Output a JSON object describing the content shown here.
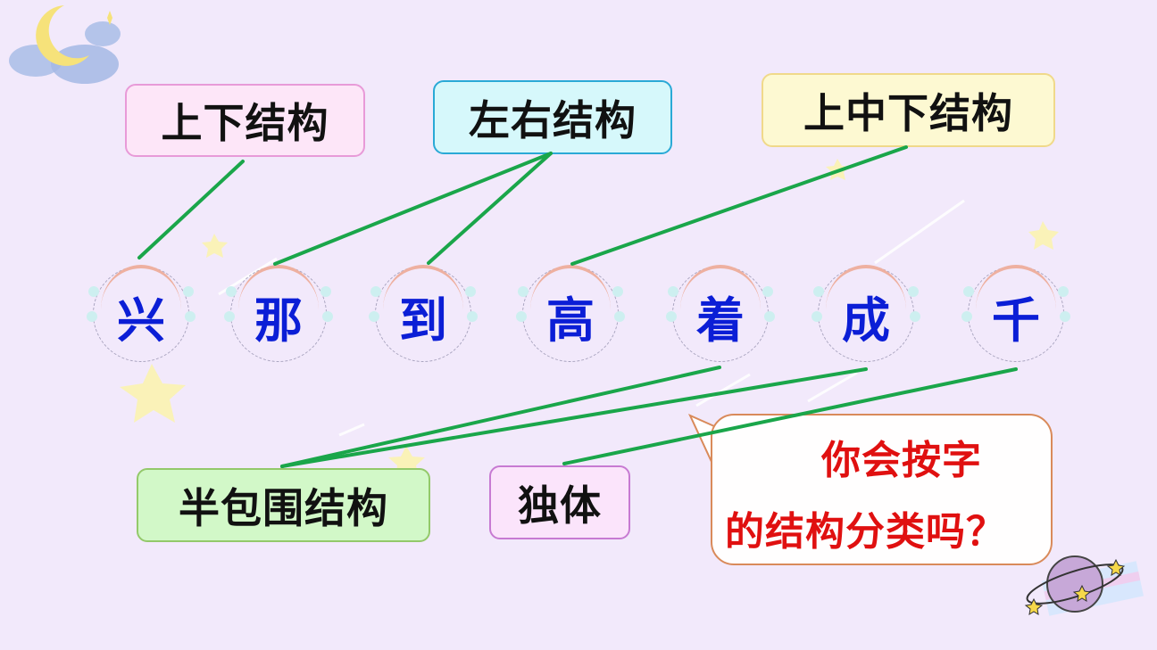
{
  "slide": {
    "background": "#f2e9fb",
    "line_color": "#1aa64a"
  },
  "categories": [
    {
      "id": "top-bottom",
      "label": "上下结构",
      "bg": "#fde6f8",
      "border": "#e89ad8"
    },
    {
      "id": "left-right",
      "label": "左右结构",
      "bg": "#d6f8fb",
      "border": "#2aa9d6"
    },
    {
      "id": "top-middle-bottom",
      "label": "上中下结构",
      "bg": "#fdf9d2",
      "border": "#f0d98a"
    },
    {
      "id": "half-enclosed",
      "label": "半包围结构",
      "bg": "#d2f8c8",
      "border": "#93c96a"
    },
    {
      "id": "single",
      "label": "独体",
      "bg": "#fbe4fb",
      "border": "#c77ad2"
    }
  ],
  "characters": [
    {
      "char": "兴",
      "category": "上下结构"
    },
    {
      "char": "那",
      "category": "左右结构"
    },
    {
      "char": "到",
      "category": "左右结构"
    },
    {
      "char": "高",
      "category": "上中下结构"
    },
    {
      "char": "着",
      "category": "半包围结构"
    },
    {
      "char": "成",
      "category": "半包围结构"
    },
    {
      "char": "千",
      "category": "独体"
    }
  ],
  "speech_bubble": {
    "line1": "你会按字",
    "line2": "的结构分类吗？",
    "text_color": "#e01010"
  },
  "decorations": [
    "moon-cloud-icon",
    "star-icon",
    "planet-icon"
  ]
}
